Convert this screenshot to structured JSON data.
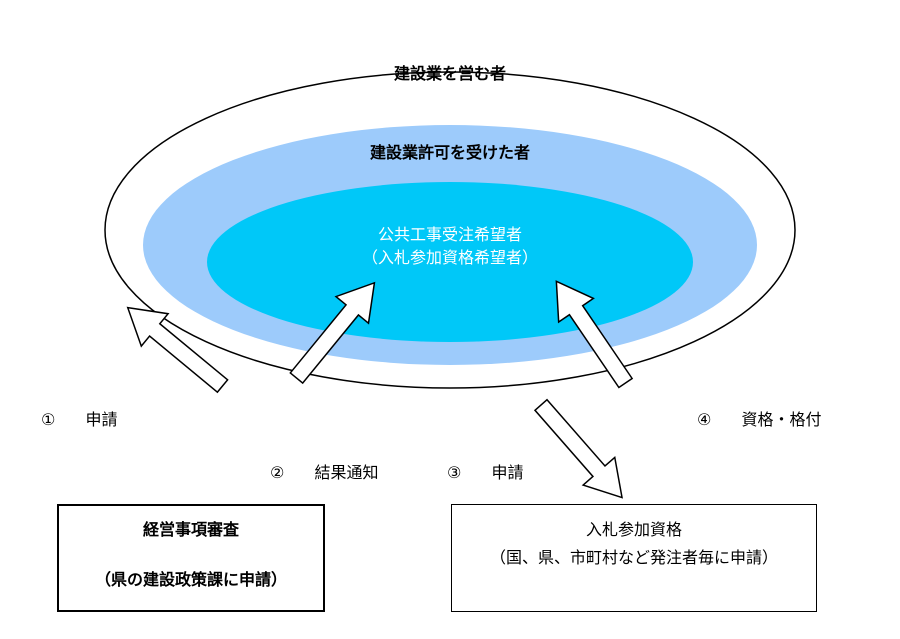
{
  "ellipses": {
    "outer_label": "建設業を営む者",
    "middle_label": "建設業許可を受けた者",
    "inner_line1": "公共工事受注希望者",
    "inner_line2": "（入札参加資格希望者）"
  },
  "steps": [
    {
      "num": "①",
      "label": "申請"
    },
    {
      "num": "②",
      "label": "結果通知"
    },
    {
      "num": "③",
      "label": "申請"
    },
    {
      "num": "④",
      "label": "資格・格付"
    }
  ],
  "boxes": {
    "left": {
      "title": "経営事項審査",
      "subtitle": "（県の建設政策課に申請）"
    },
    "right": {
      "title": "入札参加資格",
      "subtitle": "（国、県、市町村など発注者毎に申請）"
    }
  },
  "colors": {
    "middle_fill": "#9dcbfb",
    "inner_fill": "#00c8f8",
    "inner_text": "#ffffff"
  }
}
